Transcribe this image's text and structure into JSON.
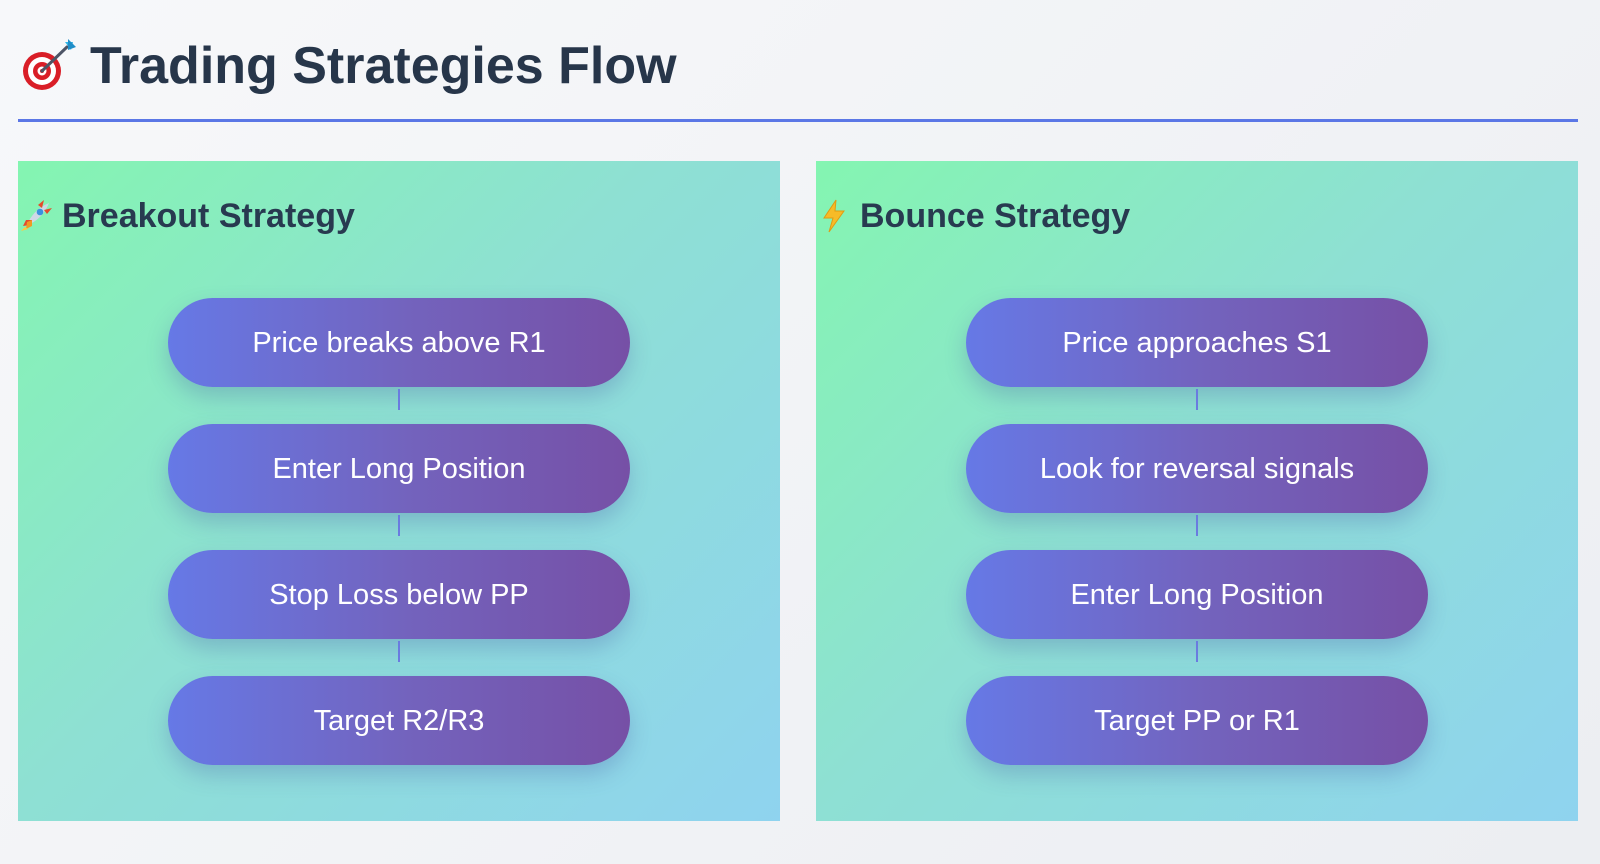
{
  "header": {
    "title": "Trading Strategies Flow",
    "icon": "target-dart-icon",
    "rule_color": "#5b77e6"
  },
  "panels": [
    {
      "title": "Breakout Strategy",
      "icon": "rocket-icon",
      "steps": [
        "Price breaks above R1",
        "Enter Long Position",
        "Stop Loss below PP",
        "Target R2/R3"
      ]
    },
    {
      "title": "Bounce Strategy",
      "icon": "lightning-icon",
      "steps": [
        "Price approaches S1",
        "Look for reversal signals",
        "Enter Long Position",
        "Target PP or R1"
      ]
    }
  ],
  "colors": {
    "title_text": "#27364a",
    "panel_gradient_start": "#84f5b1",
    "panel_gradient_end": "#8fd3ef",
    "step_gradient_start": "#6679e6",
    "step_gradient_end": "#7650a6",
    "step_text": "#ffffff",
    "connector": "#6a7be0"
  }
}
